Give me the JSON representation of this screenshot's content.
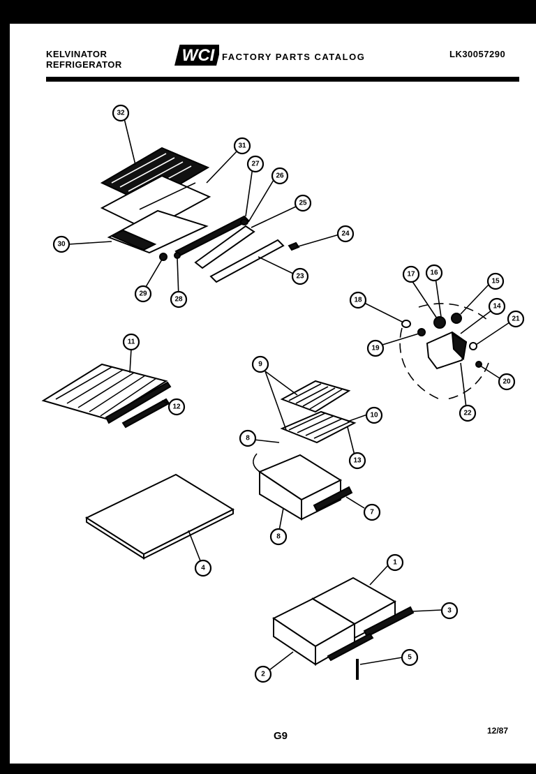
{
  "header": {
    "brand_line1": "KELVINATOR",
    "brand_line2": "REFRIGERATOR",
    "logo_text": "WCI",
    "catalog_title": "FACTORY PARTS CATALOG",
    "model_number": "LK30057290"
  },
  "footer": {
    "page_code": "G9",
    "date_code": "12/87"
  },
  "callouts": {
    "c32": "32",
    "c31": "31",
    "c27": "27",
    "c26": "26",
    "c25": "25",
    "c24": "24",
    "c23": "23",
    "c30": "30",
    "c29": "29",
    "c28": "28",
    "c17": "17",
    "c16": "16",
    "c15": "15",
    "c18": "18",
    "c14": "14",
    "c21": "21",
    "c19": "19",
    "c20": "20",
    "c22": "22",
    "c11": "11",
    "c12": "12",
    "c9": "9",
    "c10": "10",
    "c8a": "8",
    "c13": "13",
    "c7": "7",
    "c8b": "8",
    "c4": "4",
    "c1": "1",
    "c3": "3",
    "c5": "5",
    "c2": "2"
  }
}
